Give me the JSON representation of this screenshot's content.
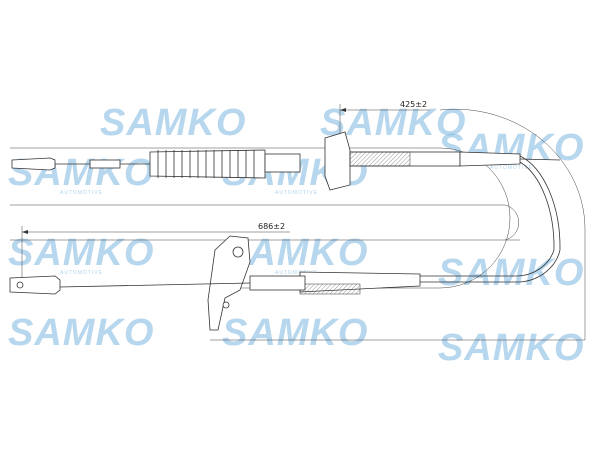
{
  "dimensions": {
    "upper": "425±2",
    "lower": "686±2"
  },
  "watermark": {
    "brand": "SAMKO",
    "tagline": "AUTOMOTIVE"
  },
  "colors": {
    "line": "#333333",
    "watermark": "#7cb6e0"
  }
}
